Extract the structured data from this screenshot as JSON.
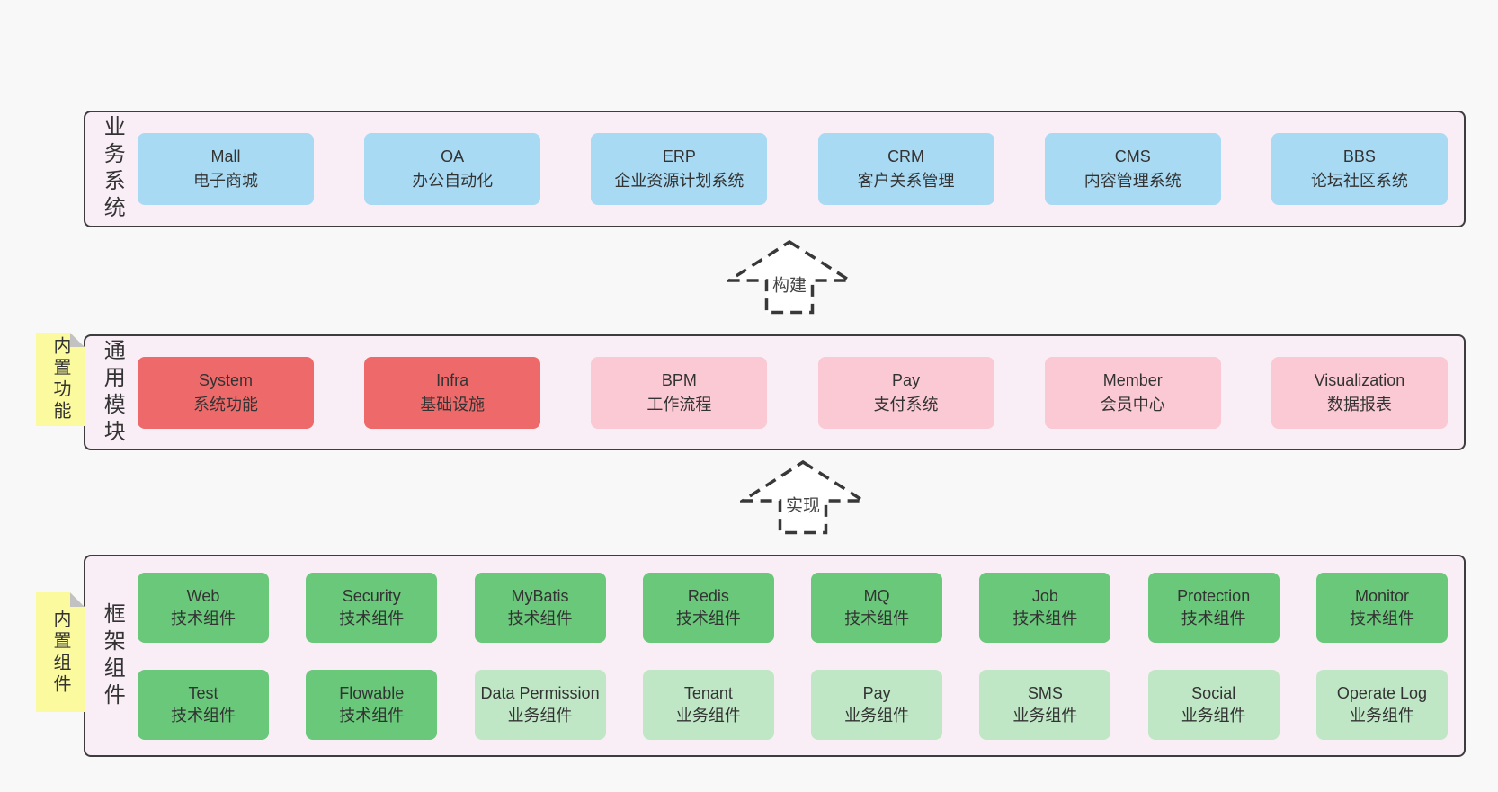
{
  "colors": {
    "panel": "#f9edf6",
    "line": "#3d3d3d",
    "blue": "#a9daf3",
    "red": "#ee6a6a",
    "pink": "#fac9d3",
    "green": "#69c879",
    "light_green": "#bfe7c5",
    "note": "#fbfa9e"
  },
  "layers": [
    {
      "label": "业务系统",
      "boxes": [
        {
          "title": "Mall",
          "subtitle": "电子商城"
        },
        {
          "title": "OA",
          "subtitle": "办公自动化"
        },
        {
          "title": "ERP",
          "subtitle": "企业资源计划系统"
        },
        {
          "title": "CRM",
          "subtitle": "客户关系管理"
        },
        {
          "title": "CMS",
          "subtitle": "内容管理系统"
        },
        {
          "title": "BBS",
          "subtitle": "论坛社区系统"
        }
      ]
    },
    {
      "label": "通用模块",
      "note": "内置功能",
      "boxes": [
        {
          "title": "System",
          "subtitle": "系统功能"
        },
        {
          "title": "Infra",
          "subtitle": "基础设施"
        },
        {
          "title": "BPM",
          "subtitle": "工作流程"
        },
        {
          "title": "Pay",
          "subtitle": "支付系统"
        },
        {
          "title": "Member",
          "subtitle": "会员中心"
        },
        {
          "title": "Visualization",
          "subtitle": "数据报表"
        }
      ]
    },
    {
      "label": "框架组件",
      "note": "内置组件",
      "rows": [
        [
          {
            "title": "Web",
            "subtitle": "技术组件"
          },
          {
            "title": "Security",
            "subtitle": "技术组件"
          },
          {
            "title": "MyBatis",
            "subtitle": "技术组件"
          },
          {
            "title": "Redis",
            "subtitle": "技术组件"
          },
          {
            "title": "MQ",
            "subtitle": "技术组件"
          },
          {
            "title": "Job",
            "subtitle": "技术组件"
          },
          {
            "title": "Protection",
            "subtitle": "技术组件"
          },
          {
            "title": "Monitor",
            "subtitle": "技术组件"
          }
        ],
        [
          {
            "title": "Test",
            "subtitle": "技术组件"
          },
          {
            "title": "Flowable",
            "subtitle": "技术组件"
          },
          {
            "title": "Data Permission",
            "subtitle": "业务组件"
          },
          {
            "title": "Tenant",
            "subtitle": "业务组件"
          },
          {
            "title": "Pay",
            "subtitle": "业务组件"
          },
          {
            "title": "SMS",
            "subtitle": "业务组件"
          },
          {
            "title": "Social",
            "subtitle": "业务组件"
          },
          {
            "title": "Operate Log",
            "subtitle": "业务组件"
          }
        ]
      ]
    }
  ],
  "arrows": [
    {
      "label": "构建"
    },
    {
      "label": "实现"
    }
  ]
}
